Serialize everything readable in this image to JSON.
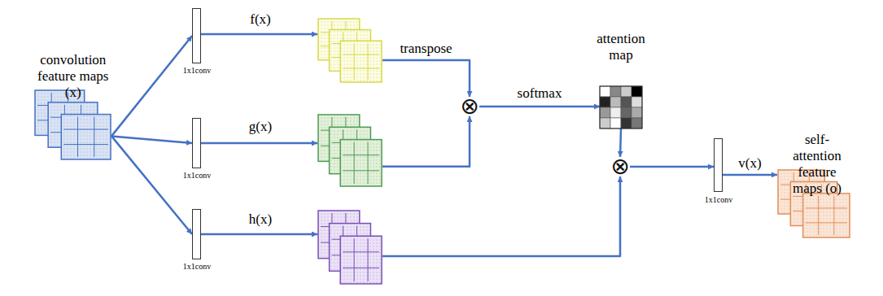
{
  "diagram": {
    "nodes": [
      {
        "text": [
          "convolution feature maps (x)"
        ]
      },
      {
        "text": [
          "1x1conv"
        ]
      },
      {
        "text": [
          "1x1conv"
        ]
      },
      {
        "text": [
          "1x1conv"
        ]
      },
      {
        "text": [
          "f(x)"
        ]
      },
      {
        "text": [
          "g(x)"
        ]
      },
      {
        "text": [
          "h(x)"
        ]
      },
      {
        "text": [
          "⊗"
        ]
      },
      {
        "text": [
          "attention map"
        ]
      },
      {
        "text": [
          "⊗"
        ]
      },
      {
        "text": [
          "1x1conv"
        ]
      },
      {
        "text": [
          "self-attention feature maps (o)"
        ]
      }
    ],
    "edges": [
      {
        "from": 0,
        "to": 1,
        "arrow": "to"
      },
      {
        "from": 0,
        "to": 2,
        "arrow": "to"
      },
      {
        "from": 0,
        "to": 3,
        "arrow": "to"
      },
      {
        "from": 1,
        "to": 4,
        "arrow": "to"
      },
      {
        "from": 2,
        "to": 5,
        "arrow": "to"
      },
      {
        "from": 3,
        "to": 6,
        "arrow": "to"
      },
      {
        "from": 4,
        "to": 7,
        "label": "transpose",
        "arrow": "to"
      },
      {
        "from": 5,
        "to": 7,
        "arrow": "to"
      },
      {
        "from": 7,
        "to": 8,
        "label": "softmax",
        "arrow": "to"
      },
      {
        "from": 8,
        "to": 9,
        "arrow": "to"
      },
      {
        "from": 6,
        "to": 9,
        "arrow": "to"
      },
      {
        "from": 9,
        "to": 10,
        "arrow": "to"
      },
      {
        "from": 10,
        "to": 11,
        "label": "v(x)",
        "arrow": "to"
      }
    ]
  }
}
